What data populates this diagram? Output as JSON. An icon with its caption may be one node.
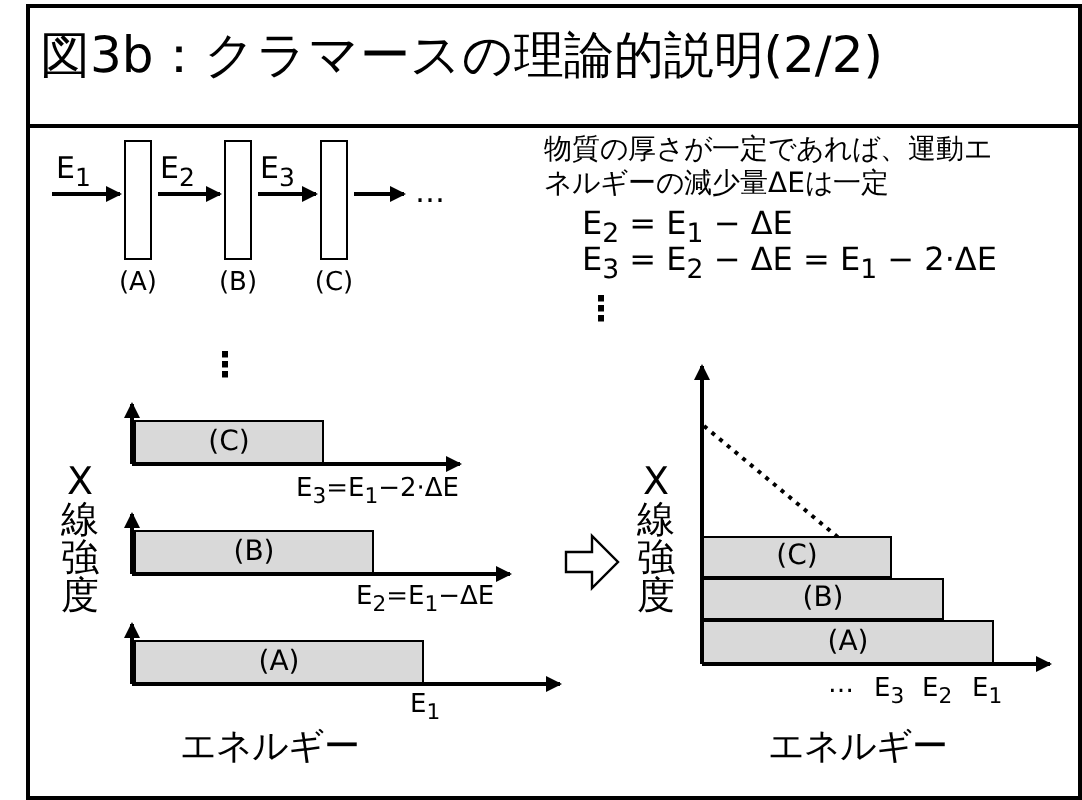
{
  "diagram": {
    "title": "図3b：クラマースの理論的説明(2/2)",
    "nodes": [
      {
        "text": [
          "(A)"
        ]
      },
      {
        "text": [
          "(B)"
        ]
      },
      {
        "text": [
          "(C)"
        ]
      },
      {
        "text": [
          "…"
        ]
      },
      {
        "text": [
          "(C)"
        ]
      },
      {
        "text": [
          "(B)"
        ]
      },
      {
        "text": [
          "(A)"
        ]
      },
      {
        "text": [
          "(C)"
        ]
      },
      {
        "text": [
          "(B)"
        ]
      },
      {
        "text": [
          "(A)"
        ]
      }
    ],
    "edges": [
      {
        "from": null,
        "to": 0,
        "arrow": "to",
        "label": "E$_{1}$"
      },
      {
        "from": 0,
        "to": 1,
        "arrow": "to",
        "label": "E$_{2}$"
      },
      {
        "from": 1,
        "to": 2,
        "arrow": "to",
        "label": "E$_{3}$"
      },
      {
        "from": 2,
        "to": 3,
        "arrow": "to"
      }
    ],
    "labels": [
      "物質の厚さが一定であれば、運動エネルギーの減少量ΔEは一定",
      "E$_{2}$ = E$_{1}$ − ΔE",
      "E$_{3}$ = E$_{2}$ − ΔE = E$_{1}$ − 2·ΔE",
      "⋮",
      "⋮",
      "X線強度",
      "E$_{3}$=E$_{1}$−2·ΔE",
      "E$_{2}$=E$_{1}$−ΔE",
      "E$_{1}$",
      "エネルギー",
      "X線強度",
      "…",
      "E$_{3}$",
      "E$_{2}$",
      "E$_{1}$",
      "エネルギー"
    ]
  }
}
